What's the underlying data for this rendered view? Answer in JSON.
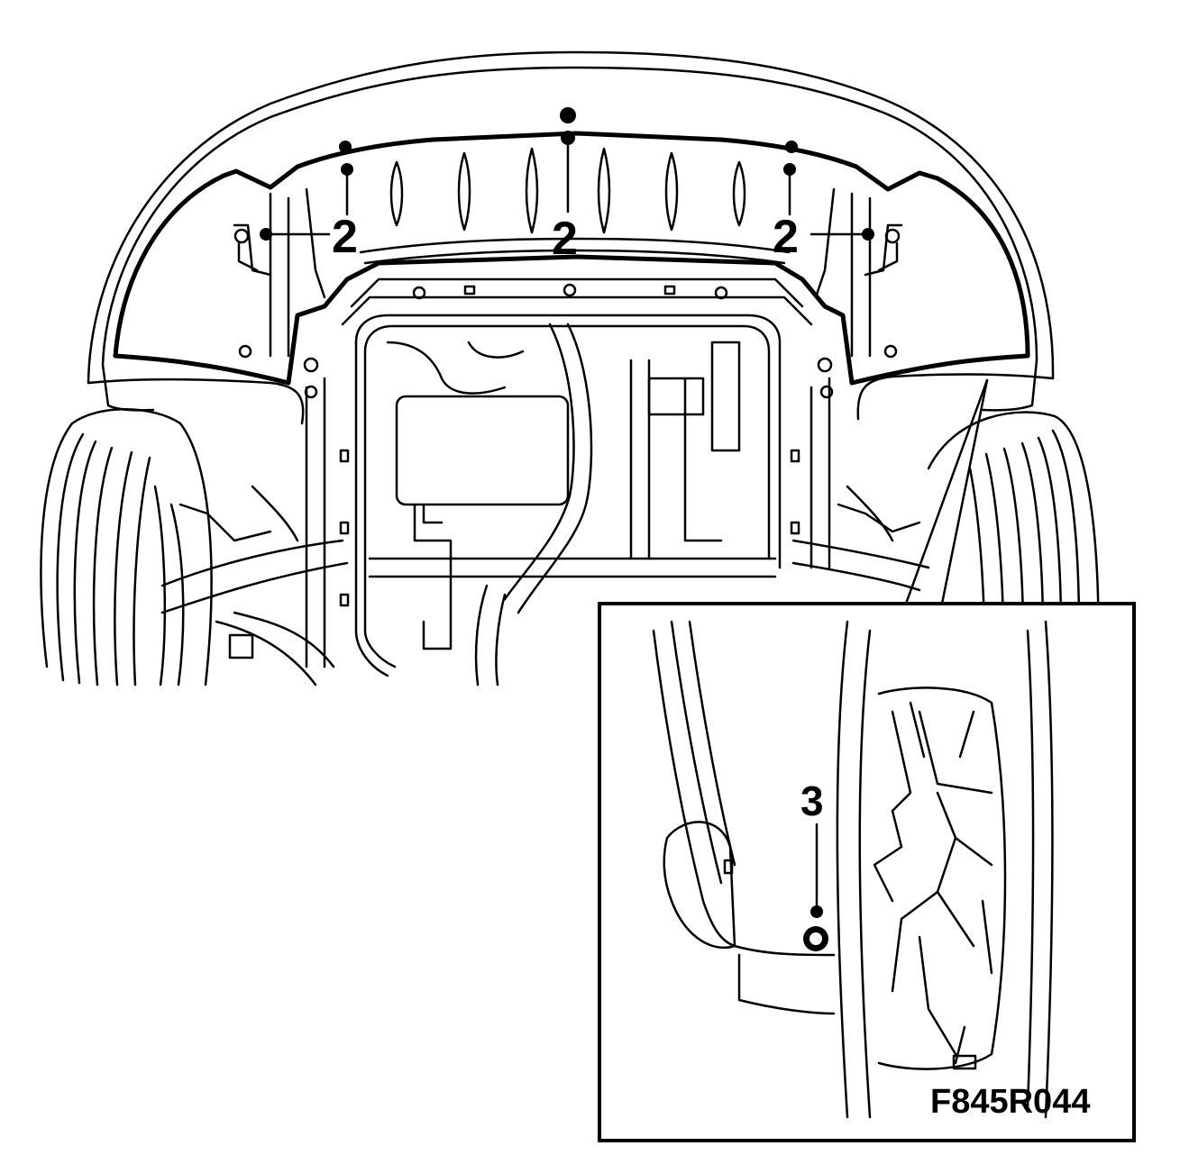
{
  "figure": {
    "id_label": "F845R044"
  },
  "callouts": {
    "top_left": "2",
    "top_center": "2",
    "top_right": "2",
    "detail": "3"
  }
}
